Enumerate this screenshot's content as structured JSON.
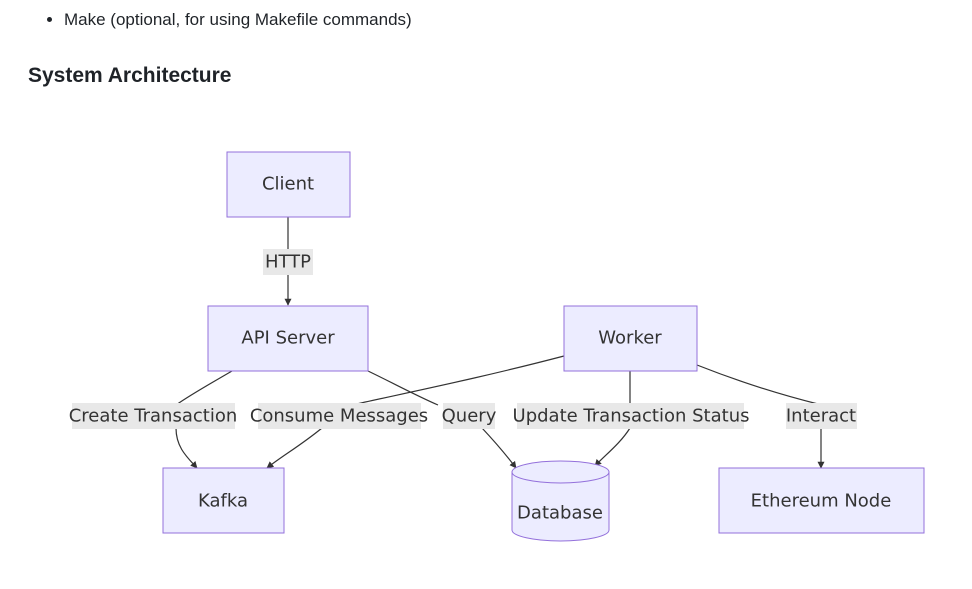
{
  "requirements": {
    "items": [
      "Make (optional, for using Makefile commands)"
    ]
  },
  "section": {
    "title": "System Architecture"
  },
  "diagram": {
    "nodes": {
      "client": "Client",
      "api_server": "API Server",
      "worker": "Worker",
      "kafka": "Kafka",
      "database": "Database",
      "ethereum_node": "Ethereum Node"
    },
    "edges": {
      "client_api": "HTTP",
      "api_kafka": "Create Transaction",
      "worker_kafka": "Consume Messages",
      "api_database": "Query",
      "worker_database": "Update Transaction Status",
      "worker_ethereum": "Interact"
    },
    "colors": {
      "node_fill": "#ececff",
      "node_stroke": "#9370db",
      "edge": "#333333",
      "label_bg": "#e8e8e8"
    }
  }
}
